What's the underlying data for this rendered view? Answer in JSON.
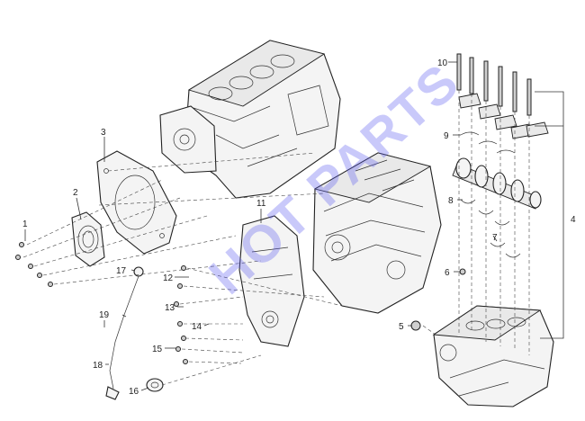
{
  "watermark": "HOT PARTS",
  "callouts": {
    "c1": "1",
    "c2": "2",
    "c3": "3",
    "c4": "4",
    "c5": "5",
    "c6": "6",
    "c7": "7",
    "c8": "8",
    "c9": "9",
    "c10": "10",
    "c11": "11",
    "c12": "12",
    "c13": "13",
    "c14": "14",
    "c15": "15",
    "c16": "16",
    "c17": "17",
    "c18": "18",
    "c19": "19"
  },
  "colors": {
    "watermark": "#5a5af0",
    "lines": "#222222"
  }
}
